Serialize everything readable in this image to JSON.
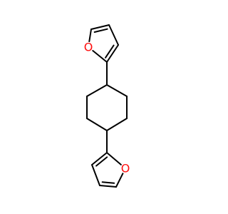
{
  "molecule": {
    "atoms": [
      {
        "id": "o1",
        "symbol": "O",
        "show_label": true
      },
      {
        "id": "c1",
        "symbol": "C",
        "show_label": false
      },
      {
        "id": "c2",
        "symbol": "C",
        "show_label": false
      },
      {
        "id": "c3",
        "symbol": "C",
        "show_label": false
      },
      {
        "id": "c4",
        "symbol": "C",
        "show_label": false
      },
      {
        "id": "c5",
        "symbol": "C",
        "show_label": false
      },
      {
        "id": "c6",
        "symbol": "C",
        "show_label": false
      },
      {
        "id": "c7",
        "symbol": "C",
        "show_label": false
      },
      {
        "id": "c8",
        "symbol": "C",
        "show_label": false
      },
      {
        "id": "c9",
        "symbol": "C",
        "show_label": false
      },
      {
        "id": "c10",
        "symbol": "C",
        "show_label": false
      },
      {
        "id": "c11",
        "symbol": "C",
        "show_label": false
      },
      {
        "id": "c12",
        "symbol": "C",
        "show_label": false
      },
      {
        "id": "c13",
        "symbol": "C",
        "show_label": false
      },
      {
        "id": "o2",
        "symbol": "O",
        "show_label": true
      },
      {
        "id": "c14",
        "symbol": "C",
        "show_label": false
      }
    ],
    "bonds": [
      {
        "from": "o1",
        "to": "c1",
        "order": 1
      },
      {
        "from": "c1",
        "to": "c2",
        "order": 2
      },
      {
        "from": "c2",
        "to": "c3",
        "order": 1
      },
      {
        "from": "c3",
        "to": "c4",
        "order": 2
      },
      {
        "from": "c4",
        "to": "o1",
        "order": 1
      },
      {
        "from": "c4",
        "to": "c5",
        "order": 1
      },
      {
        "from": "c5",
        "to": "c6",
        "order": 1
      },
      {
        "from": "c6",
        "to": "c7",
        "order": 1
      },
      {
        "from": "c7",
        "to": "c8",
        "order": 1
      },
      {
        "from": "c8",
        "to": "c9",
        "order": 1
      },
      {
        "from": "c9",
        "to": "c10",
        "order": 1
      },
      {
        "from": "c10",
        "to": "c5",
        "order": 1
      },
      {
        "from": "c8",
        "to": "c11",
        "order": 1
      },
      {
        "from": "c11",
        "to": "c12",
        "order": 2
      },
      {
        "from": "c12",
        "to": "c13",
        "order": 1
      },
      {
        "from": "c13",
        "to": "c14",
        "order": 2
      },
      {
        "from": "c14",
        "to": "o2",
        "order": 1
      },
      {
        "from": "o2",
        "to": "c11",
        "order": 1
      }
    ],
    "colors": {
      "bond": "#000000",
      "oxygen": "#ff0d0d",
      "background": "#ffffff"
    }
  }
}
